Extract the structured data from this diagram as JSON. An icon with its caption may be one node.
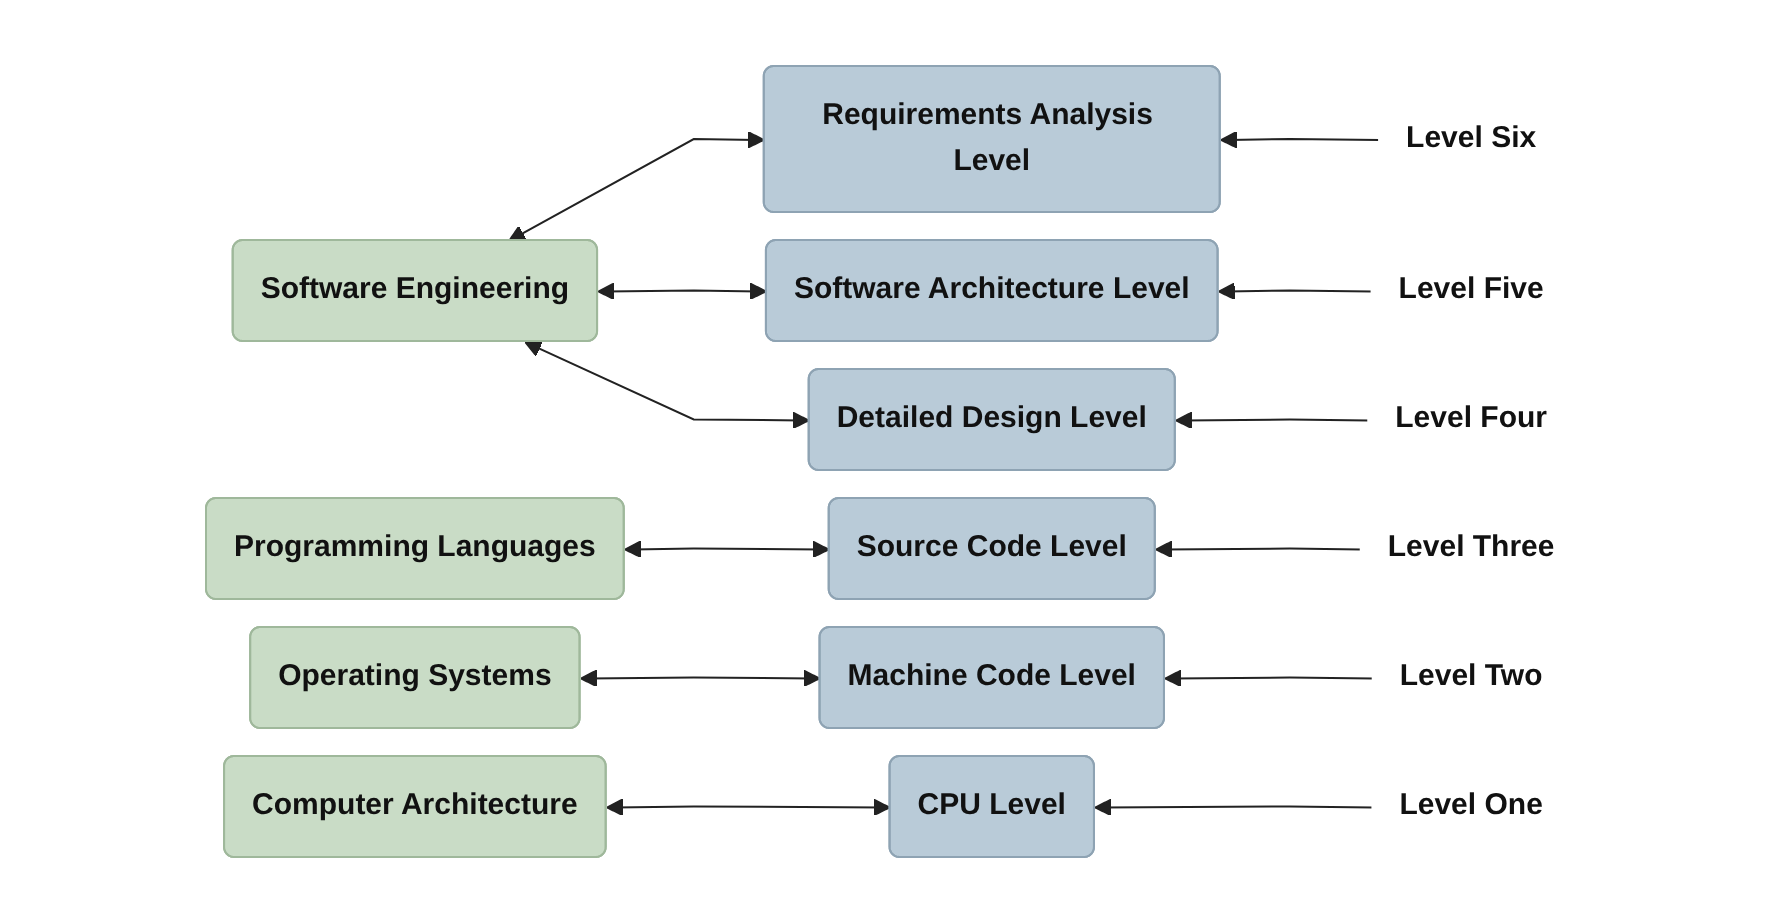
{
  "diagram": {
    "nodes": [
      {
        "text": [
          "Software Engineering"
        ]
      },
      {
        "text": [
          "Requirements Analysis Level"
        ]
      },
      {
        "text": [
          "Level Six"
        ]
      },
      {
        "text": [
          "Software Architecture Level"
        ]
      },
      {
        "text": [
          "Level Five"
        ]
      },
      {
        "text": [
          "Detailed Design Level"
        ]
      },
      {
        "text": [
          "Level Four"
        ]
      },
      {
        "text": [
          "Programming Languages"
        ]
      },
      {
        "text": [
          "Source Code Level"
        ]
      },
      {
        "text": [
          "Level Three"
        ]
      },
      {
        "text": [
          "Operating Systems"
        ]
      },
      {
        "text": [
          "Machine Code Level"
        ]
      },
      {
        "text": [
          "Level Two"
        ]
      },
      {
        "text": [
          "Computer Architecture"
        ]
      },
      {
        "text": [
          "CPU Level"
        ]
      },
      {
        "text": [
          "Level One"
        ]
      }
    ],
    "edges": [
      {
        "from": 2,
        "to": 1,
        "arrow": "to"
      },
      {
        "from": 1,
        "to": 0,
        "arrow": "both"
      },
      {
        "from": 4,
        "to": 3,
        "arrow": "to"
      },
      {
        "from": 3,
        "to": 0,
        "arrow": "both"
      },
      {
        "from": 6,
        "to": 5,
        "arrow": "to"
      },
      {
        "from": 5,
        "to": 0,
        "arrow": "both"
      },
      {
        "from": 9,
        "to": 8,
        "arrow": "to"
      },
      {
        "from": 8,
        "to": 7,
        "arrow": "both"
      },
      {
        "from": 12,
        "to": 11,
        "arrow": "to"
      },
      {
        "from": 11,
        "to": 10,
        "arrow": "both"
      },
      {
        "from": 15,
        "to": 14,
        "arrow": "to"
      },
      {
        "from": 14,
        "to": 13,
        "arrow": "both"
      }
    ]
  }
}
